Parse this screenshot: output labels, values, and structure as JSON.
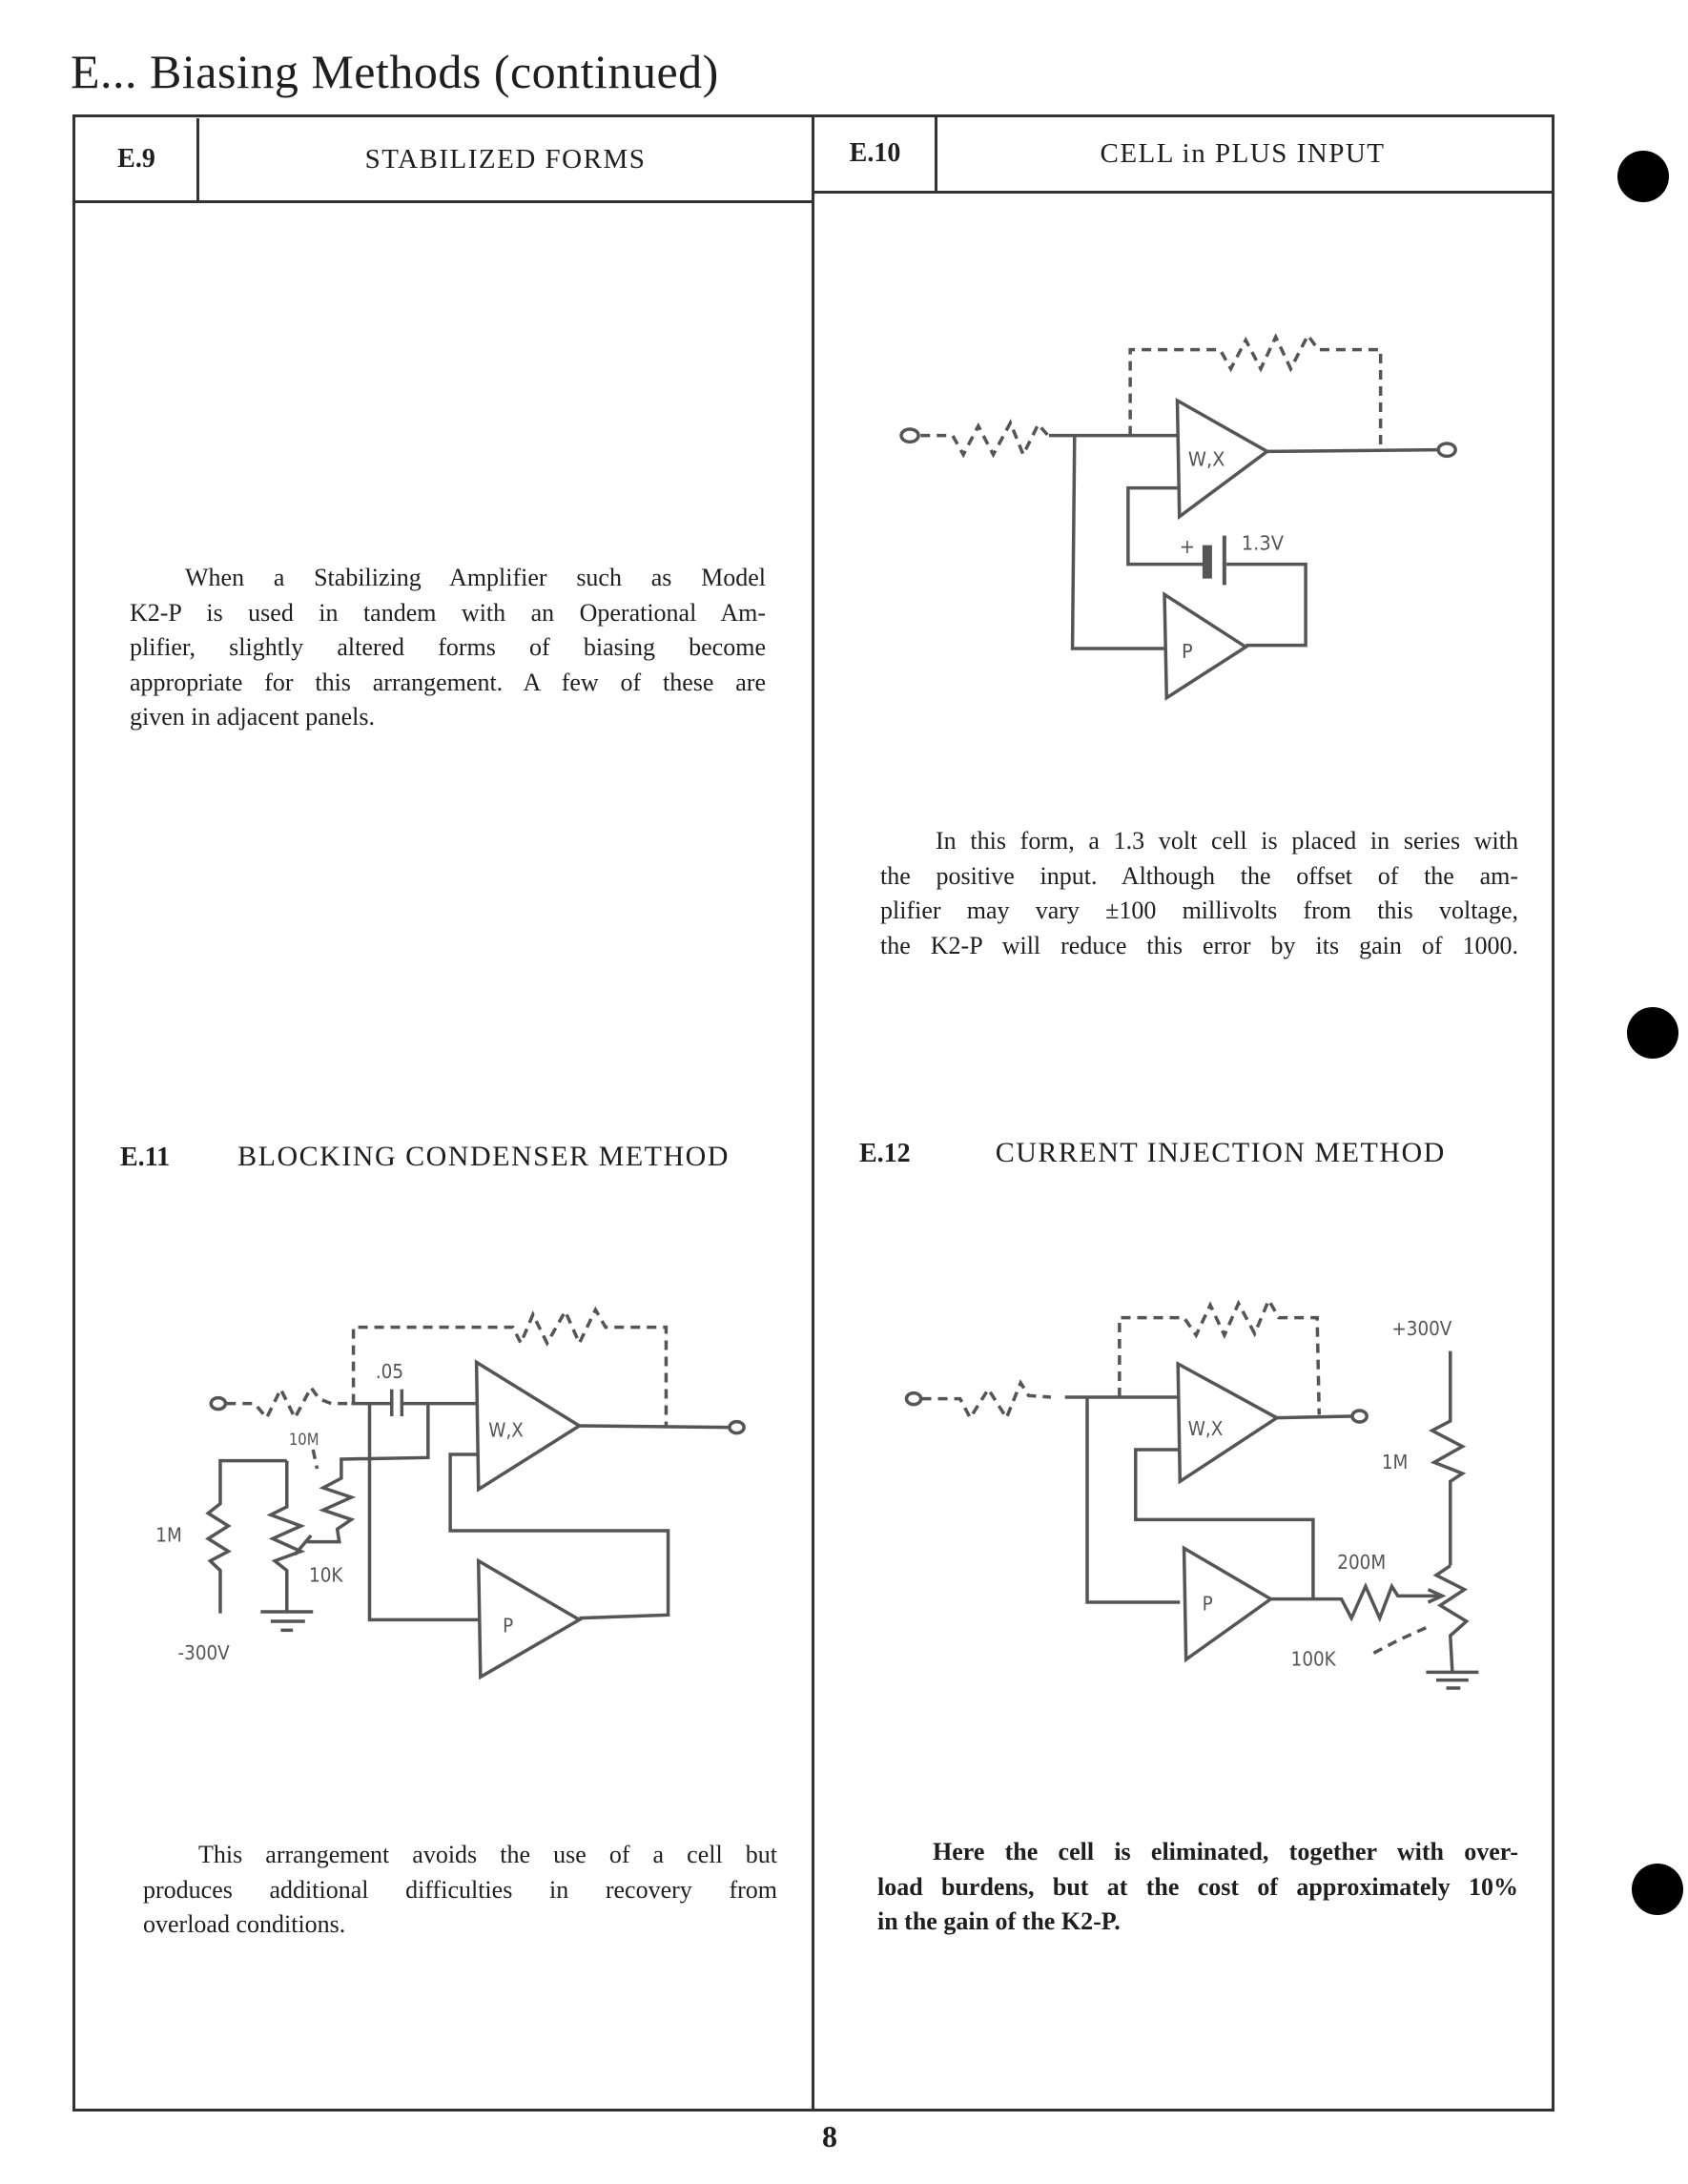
{
  "page_title": "E... Biasing Methods (continued)",
  "page_number": "8",
  "panels": {
    "e9": {
      "number": "E.9",
      "title": "STABILIZED FORMS",
      "text": [
        "When a Stabilizing Amplifier such as Model",
        "K2-P is used in tandem with an Operational Am-",
        "plifier, slightly altered forms of biasing become",
        "appropriate for this arrangement. A few of these are",
        "given in adjacent panels."
      ]
    },
    "e10": {
      "number": "E.10",
      "title": "CELL in PLUS INPUT",
      "diagram": {
        "amp_main": "W,X",
        "amp_stab": "P",
        "cell_plus": "+",
        "cell_voltage": "1.3V"
      },
      "text": [
        "In this form, a 1.3 volt cell is placed in series with",
        "the positive input. Although the offset of the am-",
        "plifier may vary ±100 millivolts from this voltage,",
        "the K2-P will reduce this error by its gain of 1000."
      ]
    },
    "e11": {
      "number": "E.11",
      "title": "BLOCKING CONDENSER METHOD",
      "diagram": {
        "amp_main": "W,X",
        "amp_stab": "P",
        "capacitor": ".05",
        "r_series": "10M",
        "r_supply": "1M",
        "pot": "10K",
        "supply": "-300V"
      },
      "text": [
        "This arrangement avoids the use of a cell but",
        "produces additional difficulties in recovery from",
        "overload conditions."
      ]
    },
    "e12": {
      "number": "E.12",
      "title": "CURRENT INJECTION METHOD",
      "diagram": {
        "amp_main": "W,X",
        "amp_stab": "P",
        "supply": "+300V",
        "r_supply": "1M",
        "r_inject": "200M",
        "pot": "100K"
      },
      "text": [
        "Here the cell is eliminated, together with over-",
        "load burdens, but at the cost of approximately 10%",
        "in the gain of the K2-P."
      ]
    }
  }
}
